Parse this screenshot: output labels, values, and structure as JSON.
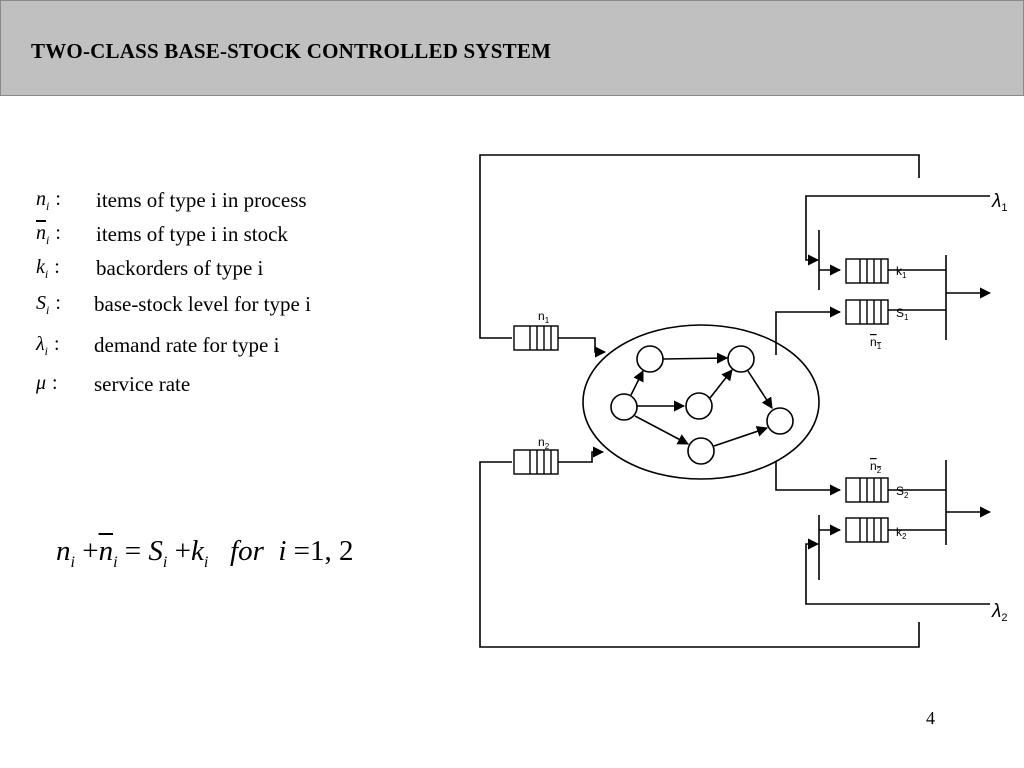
{
  "slide": {
    "title": "TWO-CLASS BASE-STOCK CONTROLLED SYSTEM",
    "page_number": "4"
  },
  "definitions": [
    {
      "symbol": "n",
      "subscript": "i",
      "overbar": false,
      "text": "items of type i in process"
    },
    {
      "symbol": "n",
      "subscript": "i",
      "overbar": true,
      "text": "items of type i in stock"
    },
    {
      "symbol": "k",
      "subscript": "i",
      "overbar": false,
      "text": "backorders of type i"
    },
    {
      "symbol": "S",
      "subscript": "i",
      "overbar": false,
      "text": "base-stock level for type i"
    },
    {
      "symbol": "λ",
      "subscript": "i",
      "overbar": false,
      "text": "demand rate for type i"
    },
    {
      "symbol": "μ",
      "subscript": "",
      "overbar": false,
      "text": "service rate"
    }
  ],
  "equation": {
    "lhs_n": "n",
    "lhs_nbar": "n",
    "sub": "i",
    "S": "S",
    "k": "k",
    "for": "for",
    "index": "i",
    "values": "1, 2"
  },
  "diagram": {
    "lambda_1": "λ",
    "lambda_1_sub": "1",
    "lambda_2": "λ",
    "lambda_2_sub": "2",
    "queue_n1": "n",
    "queue_n1_sub": "1",
    "queue_n2": "n",
    "queue_n2_sub": "2",
    "label_k1": "k",
    "label_k1_sub": "1",
    "label_s1": "S",
    "label_s1_sub": "1",
    "label_nbar1": "n",
    "label_nbar1_sub": "1",
    "label_nbar2": "n",
    "label_nbar2_sub": "2",
    "label_s2": "S",
    "label_s2_sub": "2",
    "label_k2": "k",
    "label_k2_sub": "2"
  }
}
